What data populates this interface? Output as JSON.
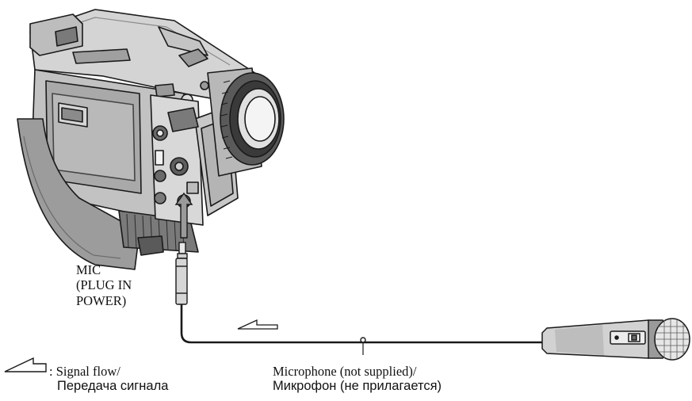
{
  "mic_jack_label": {
    "line1": "MIC",
    "line2": "(PLUG IN",
    "line3": "POWER)"
  },
  "legend": {
    "line1": ": Signal flow/",
    "line2": "Передача сигнала"
  },
  "microphone_caption": {
    "line1": "Microphone (not supplied)/",
    "line2": "Микрофон (не прилагается)"
  },
  "icons": [
    "camcorder-icon",
    "microphone-icon",
    "signal-flow-arrow-icon",
    "insert-arrow-icon"
  ],
  "colors": {
    "line": "#111111",
    "body_light": "#d8d8d8",
    "body_mid": "#a8a8a8",
    "body_dark": "#4a4a4a"
  }
}
